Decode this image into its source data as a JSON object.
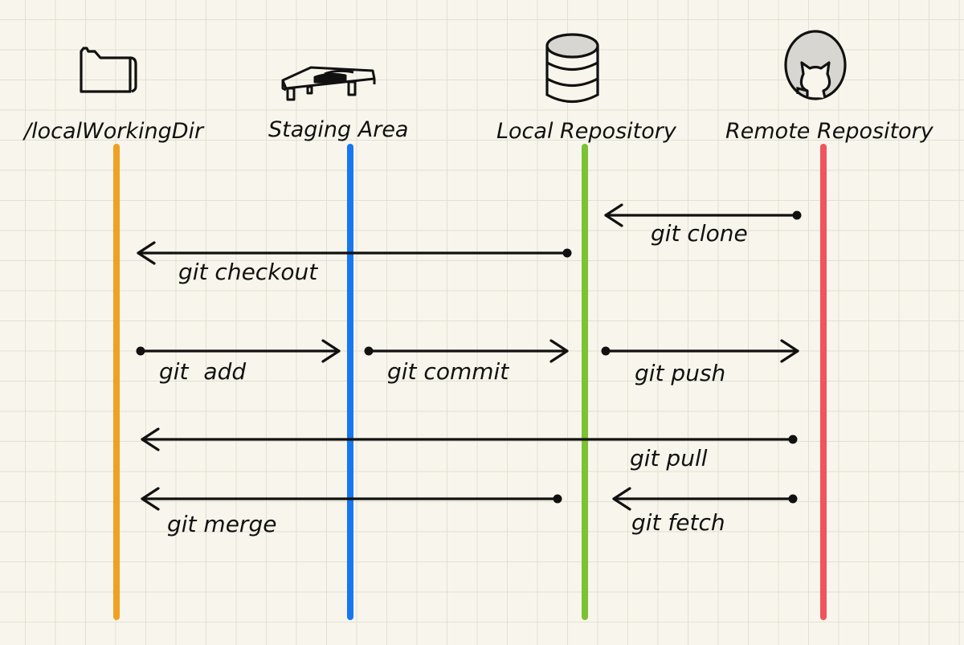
{
  "diagram": {
    "type": "git-workflow-sequence",
    "lanes": [
      {
        "id": "working",
        "label": "/localWorkingDir",
        "icon": "folder-icon",
        "color": "#f0a023"
      },
      {
        "id": "staging",
        "label": "Staging Area",
        "icon": "desk-icon",
        "color": "#1677f0"
      },
      {
        "id": "local",
        "label": "Local Repository",
        "icon": "database-icon",
        "color": "#7cc232"
      },
      {
        "id": "remote",
        "label": "Remote Repository",
        "icon": "github-cat-icon",
        "color": "#f0545e"
      }
    ],
    "arrows": [
      {
        "label": "git clone",
        "from": "remote",
        "to": "local",
        "order": 1
      },
      {
        "label": "git checkout",
        "from": "local",
        "to": "working",
        "order": 2
      },
      {
        "label": "git add",
        "from": "working",
        "to": "staging",
        "order": 3
      },
      {
        "label": "git commit",
        "from": "staging",
        "to": "local",
        "order": 3
      },
      {
        "label": "git push",
        "from": "local",
        "to": "remote",
        "order": 3
      },
      {
        "label": "git pull",
        "from": "remote",
        "to": "working",
        "order": 4
      },
      {
        "label": "git merge",
        "from": "local",
        "to": "working",
        "order": 5
      },
      {
        "label": "git fetch",
        "from": "remote",
        "to": "local",
        "order": 5
      }
    ]
  }
}
